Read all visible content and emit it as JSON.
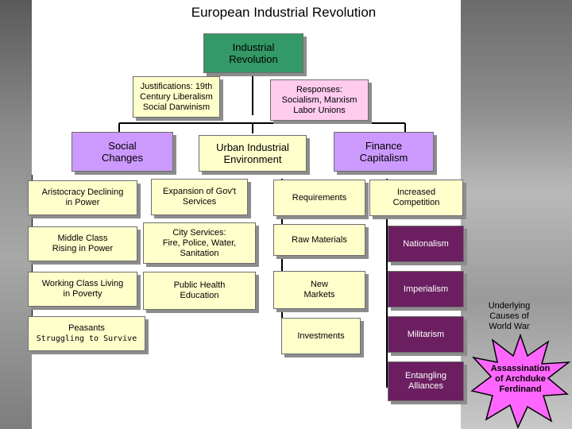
{
  "title": "European Industrial Revolution",
  "root": "Industrial\nRevolution",
  "justifications": "Justifications: 19th\nCentury Liberalism\nSocial Darwinism",
  "responses": "Responses:\nSocialism, Marxism\nLabor Unions",
  "columns": {
    "social": {
      "header": "Social\nChanges",
      "items": [
        "Aristocracy Declining\nin Power",
        "Middle Class\nRising in Power",
        "Working Class Living\nin Poverty"
      ],
      "peasants_title": "Peasants",
      "peasants_sub": "Struggling to Survive"
    },
    "urban": {
      "header": "Urban Industrial\nEnvironment",
      "items": [
        "Expansion of Gov't\nServices",
        "City Services:\nFire, Police, Water,\nSanitation",
        "Public Health\nEducation"
      ]
    },
    "finance": {
      "header": "Finance\nCapitalism",
      "requirements_header": "Requirements",
      "requirements": [
        "Raw Materials",
        "New\nMarkets",
        "Investments"
      ],
      "competition_header": "Increased\nCompetition",
      "competition": [
        "Nationalism",
        "Imperialism",
        "Militarism",
        "Entangling\nAlliances"
      ]
    }
  },
  "underlying_label": "Underlying\nCauses of\nWorld War",
  "assassination": "Assassination\nof Archduke\nFerdinand",
  "colors": {
    "green": "#339966",
    "yellow": "#ffffcc",
    "pink": "#ffccee",
    "purple": "#cc99ff",
    "dark_purple": "#6b1f61",
    "star": "#ff66ff"
  }
}
